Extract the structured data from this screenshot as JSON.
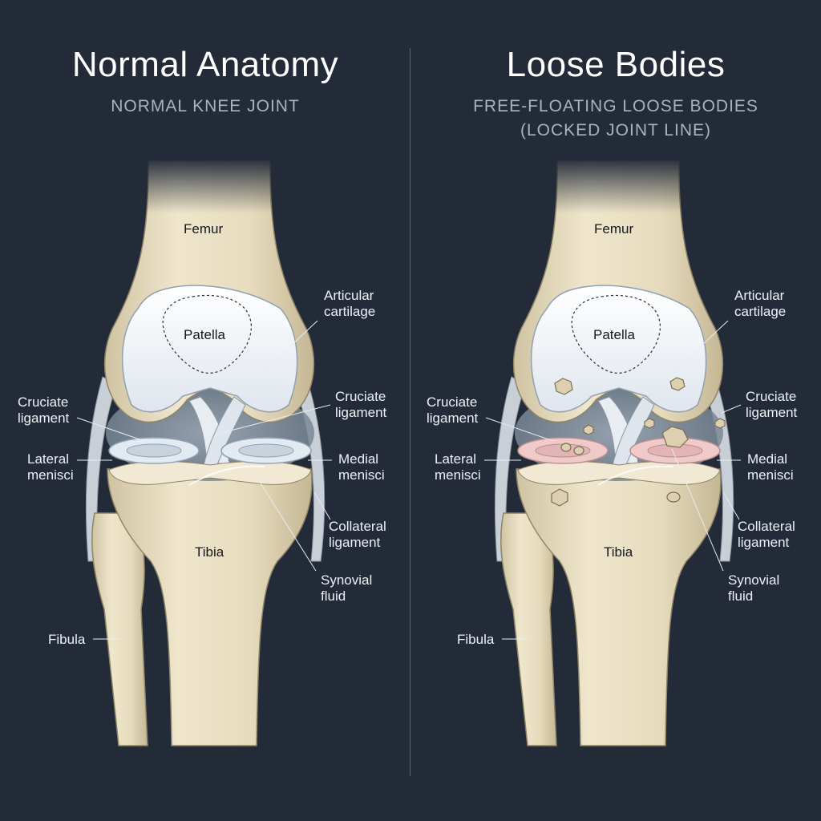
{
  "panels": [
    {
      "title": "Normal Anatomy",
      "subtitle_line1": "NORMAL KNEE JOINT",
      "subtitle_line2": ""
    },
    {
      "title": "Loose Bodies",
      "subtitle_line1": "FREE-FLOATING LOOSE BODIES",
      "subtitle_line2": "(LOCKED JOINT LINE)"
    }
  ],
  "labels": {
    "femur": "Femur",
    "patella": "Patella",
    "articular_cartilage_1": "Articular",
    "articular_cartilage_2": "cartilage",
    "cruciate_1": "Cruciate",
    "cruciate_2": "ligament",
    "lateral_1": "Lateral",
    "lateral_2": "menisci",
    "medial_1": "Medial",
    "medial_2": "menisci",
    "collateral_1": "Collateral",
    "collateral_2": "ligament",
    "tibia": "Tibia",
    "synovial_1": "Synovial",
    "synovial_2": "fluid",
    "fibula": "Fibula"
  },
  "colors": {
    "background": "#232b38",
    "bone": "#e9dfc3",
    "cartilage": "#f1f4f8",
    "meniscus_normal": "#dfe8ef",
    "meniscus_inflamed": "#f0c9c9",
    "loose_body": "#ddd0b0"
  }
}
